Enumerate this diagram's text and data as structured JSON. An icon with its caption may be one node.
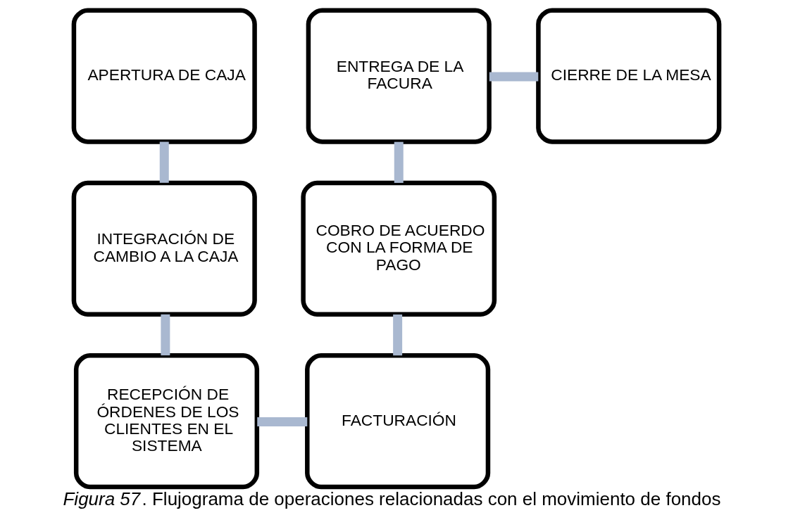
{
  "diagram": {
    "caption": "*Figura 57*. Flujograma de operaciones relacionadas con el movimiento de fondos",
    "nodes": [
      {
        "text": [
          "APERTURA DE CAJA"
        ]
      },
      {
        "text": [
          "INTEGRACIÓN DE CAMBIO A LA CAJA"
        ]
      },
      {
        "text": [
          "RECEPCIÓN DE ÓRDENES DE LOS CLIENTES EN EL SISTEMA"
        ]
      },
      {
        "text": [
          "FACTURACIÓN"
        ]
      },
      {
        "text": [
          "COBRO DE ACUERDO CON LA FORMA DE PAGO"
        ]
      },
      {
        "text": [
          "ENTREGA DE LA FACURA"
        ]
      },
      {
        "text": [
          "CIERRE DE LA MESA"
        ]
      }
    ],
    "edges": [
      {
        "from": 0,
        "to": 1,
        "arrow": "none"
      },
      {
        "from": 1,
        "to": 2,
        "arrow": "none"
      },
      {
        "from": 2,
        "to": 3,
        "arrow": "none"
      },
      {
        "from": 3,
        "to": 4,
        "arrow": "none"
      },
      {
        "from": 4,
        "to": 5,
        "arrow": "none"
      },
      {
        "from": 5,
        "to": 6,
        "arrow": "none"
      }
    ]
  }
}
